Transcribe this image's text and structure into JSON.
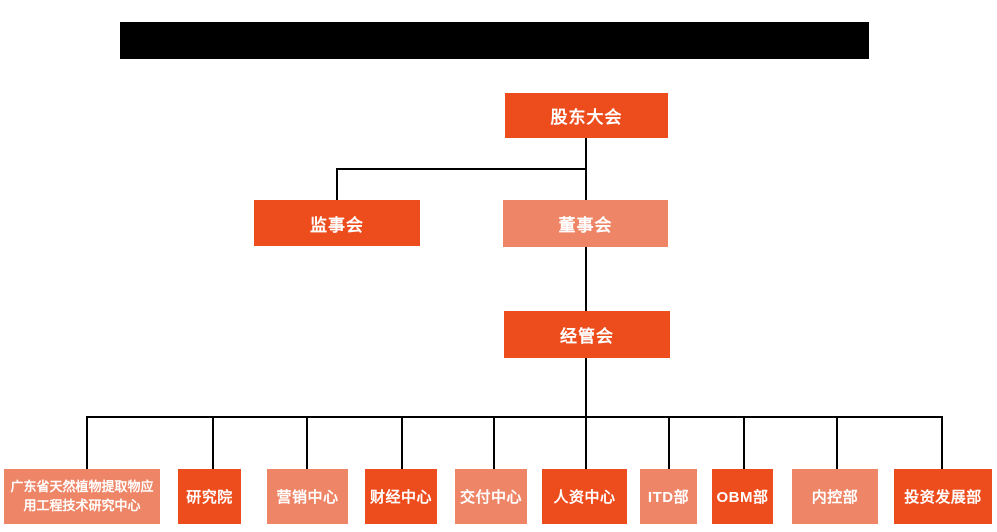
{
  "org_chart": {
    "title_redacted": true,
    "colors": {
      "primary_orange": "#ed4c1d",
      "secondary_orange": "#ee8566",
      "connector_line": "#000000",
      "redaction_bar": "#000000",
      "box_text": "#ffffff",
      "background": "#ffffff"
    },
    "level1": {
      "label": "股东大会"
    },
    "level2": [
      {
        "label": "监事会",
        "tone": "dark"
      },
      {
        "label": "董事会",
        "tone": "light"
      }
    ],
    "level3": {
      "label": "经管会"
    },
    "departments": [
      {
        "label": "广东省天然植物提取物应用工程技术研究中心",
        "tone": "light"
      },
      {
        "label": "研究院",
        "tone": "dark"
      },
      {
        "label": "营销中心",
        "tone": "light"
      },
      {
        "label": "财经中心",
        "tone": "dark"
      },
      {
        "label": "交付中心",
        "tone": "light"
      },
      {
        "label": "人资中心",
        "tone": "dark"
      },
      {
        "label": "ITD部",
        "tone": "light"
      },
      {
        "label": "OBM部",
        "tone": "dark"
      },
      {
        "label": "内控部",
        "tone": "light"
      },
      {
        "label": "投资发展部",
        "tone": "dark"
      }
    ]
  }
}
